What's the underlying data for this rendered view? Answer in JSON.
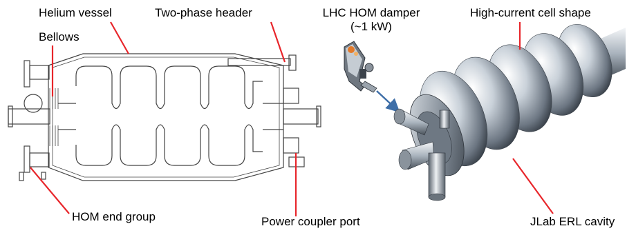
{
  "labels": {
    "helium_vessel": "Helium vessel",
    "two_phase_header": "Two-phase header",
    "bellows": "Bellows",
    "hom_damper_line1": "LHC HOM damper",
    "hom_damper_line2": "(~1 kW)",
    "high_current_cell": "High-current cell shape",
    "hom_end_group": "HOM end group",
    "power_coupler_port": "Power coupler port",
    "jlab_erl_cavity": "JLab ERL cavity"
  },
  "colors": {
    "leader_line": "#e8262b",
    "arrow": "#3f6fa8",
    "outline": "#444444",
    "metal_light": "#e6ebf0",
    "metal_dark": "#5c6672"
  }
}
